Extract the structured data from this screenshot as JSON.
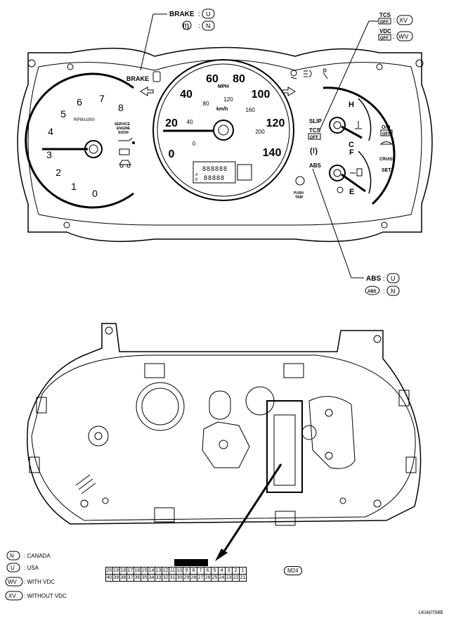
{
  "callouts": {
    "brake_label": "BRAKE",
    "brake_code": "U",
    "brake_alt_icon": "(!)",
    "brake_alt_code": "N",
    "tcs_label": "TCS",
    "tcs_sub": "OFF",
    "tcs_code": "XV",
    "vdc_label": "VDC",
    "vdc_sub": "OFF",
    "vdc_code": "WV",
    "abs_label": "ABS",
    "abs_code": "U",
    "abs_alt_icon": "ABS",
    "abs_alt_code": "N"
  },
  "tach": {
    "unit": "RPMx1000",
    "ticks": [
      "0",
      "1",
      "2",
      "3",
      "4",
      "5",
      "6",
      "7",
      "8"
    ],
    "warn1": "SERVICE",
    "warn2": "ENGINE",
    "warn3": "SOON"
  },
  "speedo": {
    "mph": "MPH",
    "kmh": "km/h",
    "mph_ticks": [
      "0",
      "20",
      "40",
      "60",
      "80",
      "100",
      "120",
      "140"
    ],
    "kmh_ticks": [
      "0",
      "40",
      "80",
      "120",
      "160",
      "200"
    ],
    "odo": "888888",
    "trip": "88888",
    "trip_a": "A",
    "trip_b": "B",
    "push_trip_1": "PUSH",
    "push_trip_2": "TRIP"
  },
  "right_gauges": {
    "slip": "SLIP",
    "tcs": "TCS",
    "tcs_off": "OFF",
    "abs": "ABS",
    "temp_h": "H",
    "temp_c": "C",
    "fuel_f": "F",
    "fuel_e": "E",
    "od": "O/D",
    "od_off": "OFF",
    "cruise": "CRUISE",
    "set": "SET"
  },
  "left_indicators": {
    "brake": "BRAKE"
  },
  "legend": [
    {
      "code": "N",
      "text": ": CANADA"
    },
    {
      "code": "U",
      "text": ": USA"
    },
    {
      "code": "WV",
      "text": ": WITH VDC"
    },
    {
      "code": "XV",
      "text": ": WITHOUT VDC"
    }
  ],
  "connector": {
    "id": "M24",
    "row1": [
      "20",
      "19",
      "18",
      "17",
      "16",
      "15",
      "14",
      "13",
      "12",
      "11",
      "10",
      "9",
      "8",
      "7",
      "6",
      "5",
      "4",
      "3",
      "2",
      "1"
    ],
    "row2": [
      "40",
      "39",
      "38",
      "37",
      "36",
      "35",
      "34",
      "33",
      "32",
      "31",
      "30",
      "29",
      "28",
      "27",
      "26",
      "25",
      "24",
      "23",
      "22",
      "21"
    ]
  },
  "ref_code": "LKIA0708E"
}
